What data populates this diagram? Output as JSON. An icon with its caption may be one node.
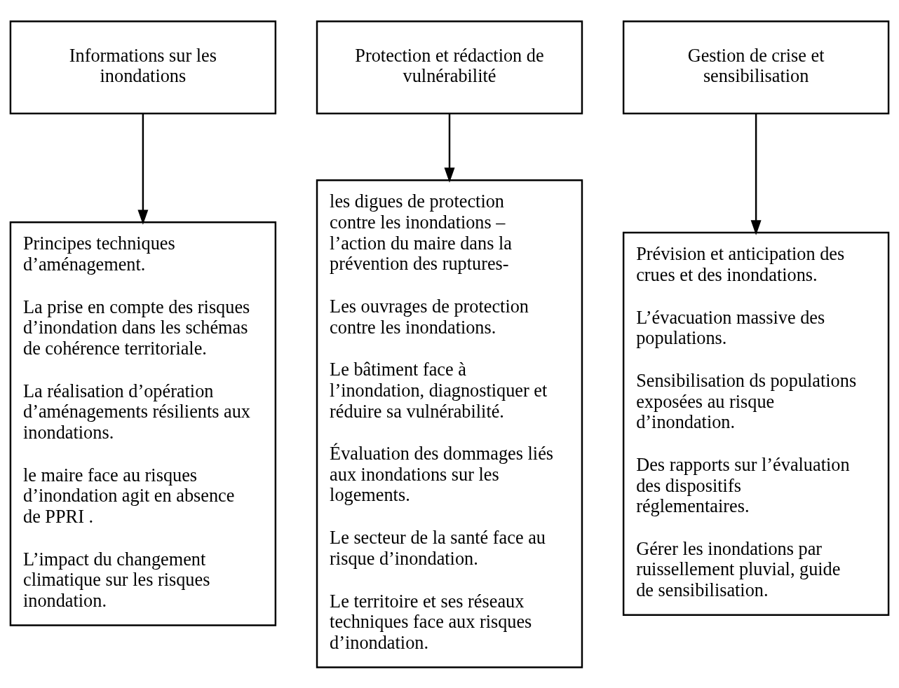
{
  "diagram": {
    "nodes": [
      {
        "text": [
          "Informations sur les inondations"
        ]
      },
      {
        "text": [
          "Protection et rédaction de vulnérabilité"
        ]
      },
      {
        "text": [
          "Gestion de crise et sensibilisation"
        ]
      },
      {
        "text": [
          "Principes techniques d’aménagement.",
          "La prise en compte des risques d’inondation dans les schémas de cohérence territoriale.",
          "La réalisation d’opération d’aménagements résilients aux inondations.",
          "le maire face au risques d’inondation agit en absence de PPRI .",
          "L’impact du changement climatique sur les risques inondation."
        ]
      },
      {
        "text": [
          "les digues de protection contre les inondations – l’action du maire dans la prévention des ruptures-",
          "Les ouvrages de protection contre les inondations.",
          "Le bâtiment face à l’inondation, diagnostiquer et réduire sa vulnérabilité.",
          "Évaluation des dommages liés aux inondations sur les logements.",
          "Le secteur de la santé face au risque d’inondation.",
          "Le territoire et ses réseaux techniques face aux risques d’inondation."
        ]
      },
      {
        "text": [
          "Prévision et anticipation des crues et des inondations.",
          "L’évacuation massive des populations.",
          "Sensibilisation ds populations exposées au risque d’inondation.",
          "Des rapports sur l’évaluation des dispositifs réglementaires.",
          "Gérer les inondations par ruissellement pluvial, guide de sensibilisation."
        ]
      }
    ],
    "edges": [
      {
        "from": 0,
        "to": 3,
        "arrow": "to"
      },
      {
        "from": 1,
        "to": 4,
        "arrow": "to"
      },
      {
        "from": 2,
        "to": 5,
        "arrow": "to"
      }
    ]
  }
}
